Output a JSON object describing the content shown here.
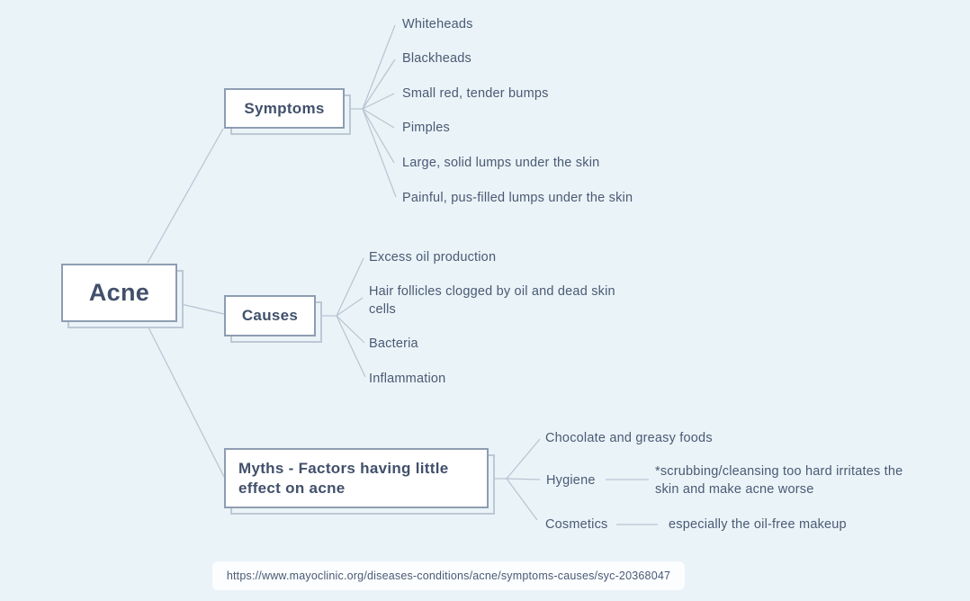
{
  "title": "Acne mind map",
  "colors": {
    "background": "#eaf3f7",
    "node_fill": "#ffffff",
    "node_border": "#8e9db2",
    "node_shadow_border": "#bdc8d5",
    "heading_text": "#41506b",
    "leaf_text": "#4a5a75",
    "connector_line": "#b7c4d3",
    "url_bar_fill": "#fbfdfe"
  },
  "root": {
    "label": "Acne"
  },
  "branches": [
    {
      "label": "Symptoms",
      "children": [
        {
          "label": "Whiteheads"
        },
        {
          "label": "Blackheads"
        },
        {
          "label": "Small red, tender bumps"
        },
        {
          "label": "Pimples"
        },
        {
          "label": "Large, solid lumps under the skin"
        },
        {
          "label": "Painful, pus-filled lumps under the skin"
        }
      ]
    },
    {
      "label": "Causes",
      "children": [
        {
          "label": "Excess oil production"
        },
        {
          "label": "Hair follicles clogged by oil and dead skin cells"
        },
        {
          "label": "Bacteria"
        },
        {
          "label": "Inflammation"
        }
      ]
    },
    {
      "label": "Myths - Factors having little effect on acne",
      "children": [
        {
          "label": "Chocolate and greasy foods"
        },
        {
          "label": "Hygiene",
          "note": "*scrubbing/cleansing too hard irritates the skin and make acne worse"
        },
        {
          "label": "Cosmetics",
          "note": "especially the oil-free makeup"
        }
      ]
    }
  ],
  "footer": {
    "source_url": "https://www.mayoclinic.org/diseases-conditions/acne/symptoms-causes/syc-20368047"
  }
}
